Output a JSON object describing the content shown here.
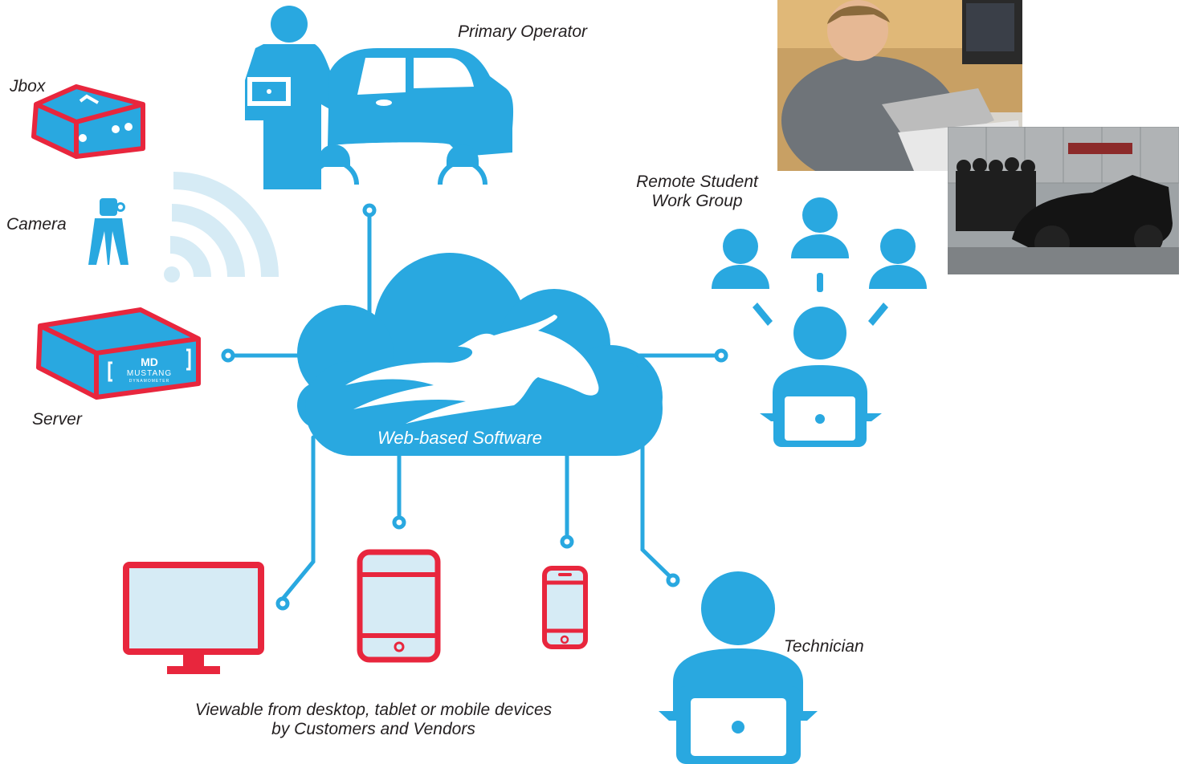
{
  "colors": {
    "brand_blue": "#29a8e0",
    "light_blue": "#d6ebf5",
    "accent_red": "#e8263d",
    "text": "#231f20"
  },
  "labels": {
    "primary_operator": "Primary Operator",
    "jbox": "Jbox",
    "camera": "Camera",
    "server": "Server",
    "remote_group_line1": "Remote Student",
    "remote_group_line2": "Work Group",
    "cloud": "Web-based Software",
    "technician": "Technician",
    "devices_line1": "Viewable from desktop, tablet or mobile devices",
    "devices_line2": "by Customers and Vendors"
  },
  "server_logo": {
    "mark": "MD",
    "name": "MUSTANG",
    "sub": "DYNAMOMETER"
  },
  "icons": [
    "operator-car-icon",
    "jbox-icon",
    "camera-tripod-icon",
    "wifi-signal-icon",
    "server-box-icon",
    "cloud-horse-icon",
    "remote-group-people-icon",
    "desktop-monitor-icon",
    "tablet-icon",
    "smartphone-icon",
    "technician-laptop-icon"
  ]
}
